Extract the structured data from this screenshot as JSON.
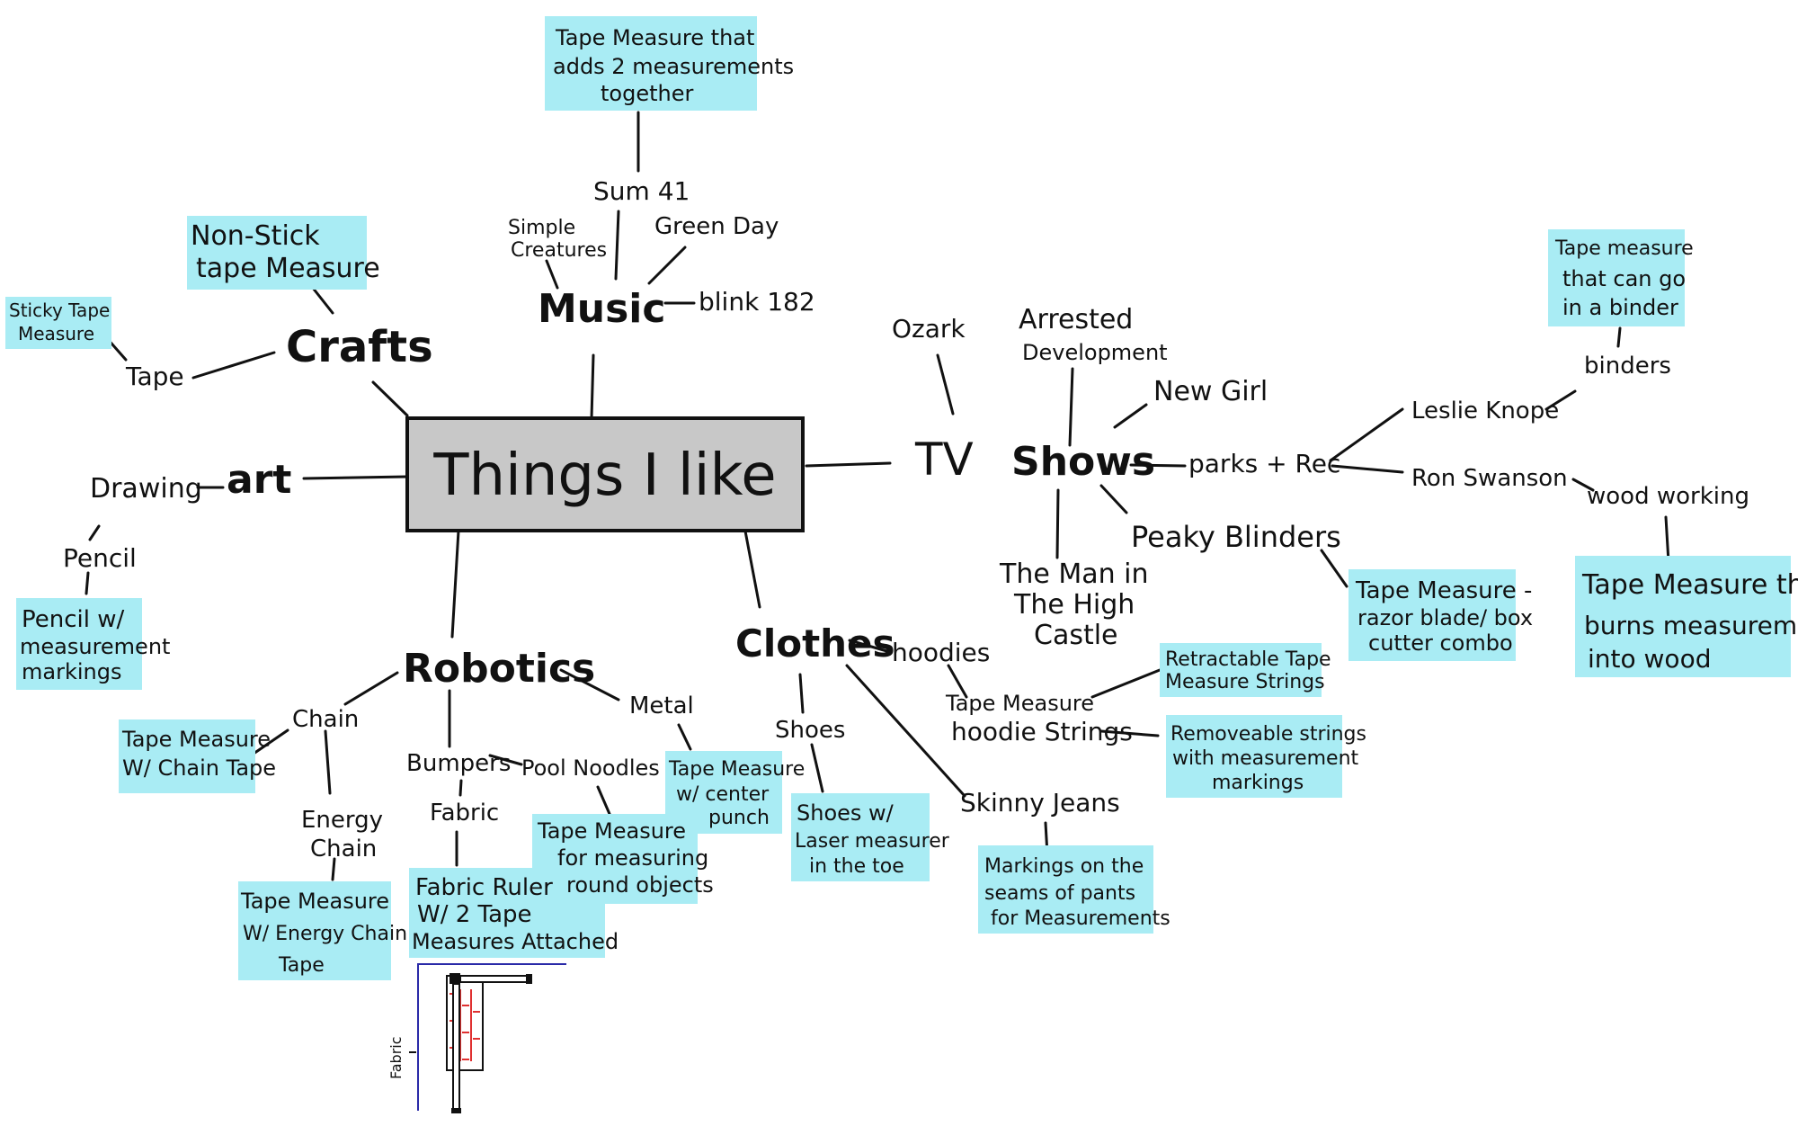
{
  "center": "Things I like",
  "colors": {
    "note": "#a9ecf4",
    "center_fill": "#c8c8c8",
    "ink": "#111111",
    "fabric_line": "#2a2aa8",
    "ruler_marks": "#e03030"
  },
  "topics": {
    "crafts": "Crafts",
    "music": "Music",
    "art": "art",
    "tv": "TV",
    "shows": "Shows",
    "robotics": "Robotics",
    "clothes": "Clothes"
  },
  "items": {
    "tape": "Tape",
    "sum41": "Sum 41",
    "simple_creatures": [
      "Simple",
      "Creatures"
    ],
    "green_day": "Green Day",
    "blink182": "blink 182",
    "drawing": "Drawing",
    "pencil": "Pencil",
    "ozark": "Ozark",
    "arrested_development": [
      "Arrested",
      "Development"
    ],
    "new_girl": "New Girl",
    "parks_rec": "parks + Rec",
    "leslie_knope": "Leslie Knope",
    "binders": "binders",
    "ron_swanson": "Ron Swanson",
    "wood_working": "wood working",
    "peaky_blinders": "Peaky Blinders",
    "man_high_castle": [
      "The Man in",
      "The High",
      "Castle"
    ],
    "chain": "Chain",
    "energy_chain": [
      "Energy",
      "Chain"
    ],
    "bumpers": "Bumpers",
    "pool_noodles": "Pool Noodles",
    "fabric": "Fabric",
    "metal": "Metal",
    "hoodies": "hoodies",
    "shoes": "Shoes",
    "skinny_jeans": "Skinny Jeans",
    "hoodie_strings": [
      "Tape Measure",
      "hoodie Strings"
    ]
  },
  "notes": {
    "tape_adds": [
      "Tape Measure that",
      "adds 2 measurements",
      "together"
    ],
    "non_stick": [
      "Non-Stick",
      "tape Measure"
    ],
    "sticky_tape": [
      "Sticky Tape",
      "Measure"
    ],
    "pencil_marks": [
      "Pencil w/",
      "measurement",
      "markings"
    ],
    "binder_tape": [
      "Tape measure",
      "that can go",
      "in a binder"
    ],
    "burns_wood": [
      "Tape Measure that",
      "burns measurement",
      "into wood"
    ],
    "razor_combo": [
      "Tape Measure -",
      "razor blade/ box",
      "cutter combo"
    ],
    "retractable": [
      "Retractable Tape",
      "Measure Strings"
    ],
    "removable": [
      "Removeable strings",
      "with measurement",
      "markings"
    ],
    "jeans_seams": [
      "Markings on the",
      "seams of pants",
      "for Measurements"
    ],
    "laser_shoe": [
      "Shoes w/",
      "Laser measurer",
      "in the toe"
    ],
    "center_punch": [
      "Tape Measure",
      "w/ center",
      "punch"
    ],
    "round_objects": [
      "Tape Measure",
      "for measuring",
      "round objects"
    ],
    "fabric_ruler": [
      "Fabric Ruler",
      "W/ 2 Tape",
      "Measures Attached"
    ],
    "energy_chain_tape": [
      "Tape Measure",
      "W/ Energy Chain",
      "Tape"
    ],
    "chain_tape": [
      "Tape Measure",
      "W/ Chain Tape"
    ]
  },
  "sketch_label": "Fabric"
}
